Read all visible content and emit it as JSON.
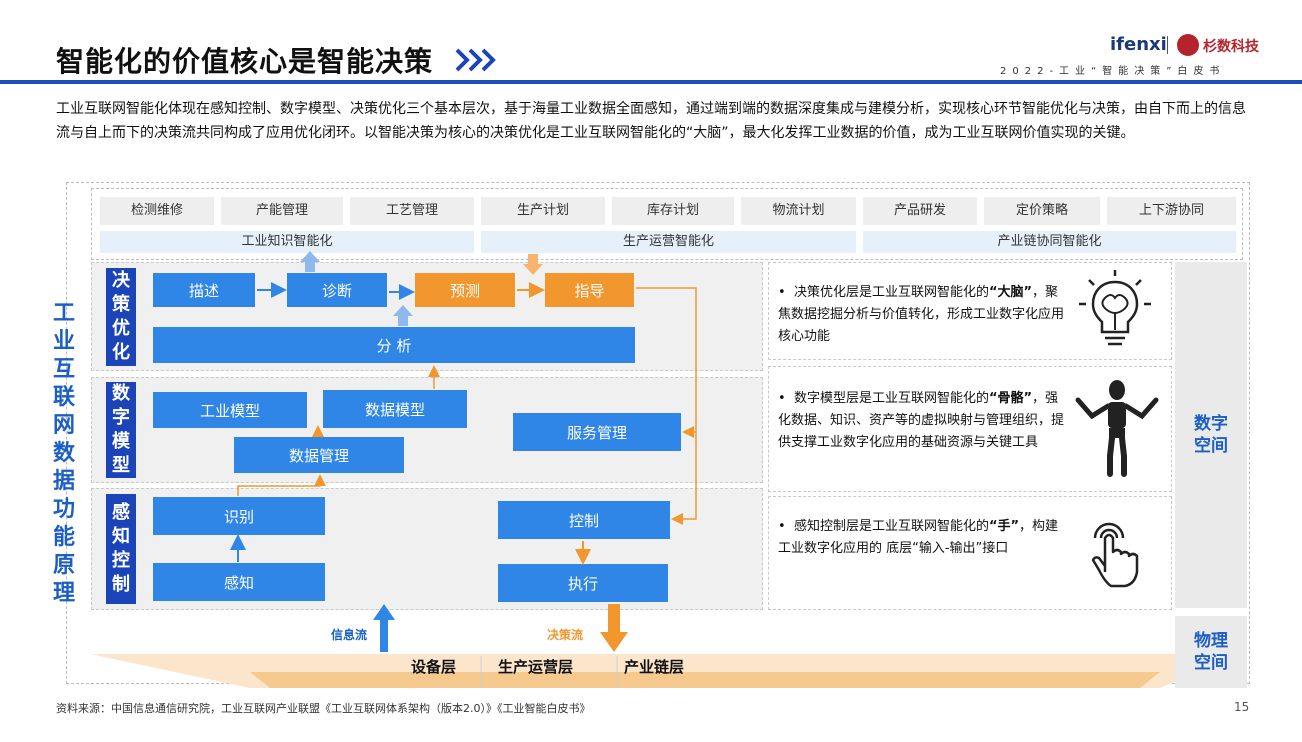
{
  "header": {
    "title": "智能化的价值核心是智能决策",
    "logo_text": "ifenxi",
    "logo_cn": "杉数科技",
    "subtitle": "2022-工业“智能决策”白皮书"
  },
  "intro": "工业互联网智能化体现在感知控制、数字模型、决策优化三个基本层次，基于海量工业数据全面感知，通过端到端的数据深度集成与建模分析，实现核心环节智能优化与决策，由自下而上的信息流与自上而下的决策流共同构成了应用优化闭环。以智能决策为核心的决策优化是工业互联网智能化的“大脑”，最大化发挥工业数据的价值，成为工业互联网价值实现的关键。",
  "diagram": {
    "side_title": "工业互联网数据功能原理",
    "functions": [
      "检测维修",
      "产能管理",
      "工艺管理",
      "生产计划",
      "库存计划",
      "物流计划",
      "产品研发",
      "定价策略",
      "上下游协同"
    ],
    "categories": [
      "工业知识智能化",
      "生产运营智能化",
      "产业链协同智能化"
    ],
    "layers": {
      "decision": {
        "label": "决策优化",
        "boxes": {
          "describe": "描述",
          "diagnose": "诊断",
          "predict": "预测",
          "guide": "指导",
          "analyze": "分 析"
        }
      },
      "model": {
        "label": "数字模型",
        "boxes": {
          "industrial_model": "工业模型",
          "data_model": "数据模型",
          "data_mgmt": "数据管理",
          "service_mgmt": "服务管理"
        }
      },
      "sensing": {
        "label": "感知控制",
        "boxes": {
          "identify": "识别",
          "sense": "感知",
          "control": "控制",
          "execute": "执行"
        }
      }
    },
    "descriptions": {
      "decision": {
        "before": "决策优化层是工业互联网智能化的",
        "bold": "“大脑”",
        "after": "，聚焦数据挖掘分析与价值转化，形成工业数字化应用核心功能"
      },
      "model": {
        "before": "数字模型层是工业互联网智能化的",
        "bold": "“骨骼”",
        "after": "，强化数据、知识、资产等的虚拟映射与管理组织，提供支撑工业数字化应用的基础资源与关键工具"
      },
      "sensing": {
        "before": "感知控制层是工业互联网智能化的",
        "bold": "“手”",
        "after": "，构建工业数字化应用的 底层“输入-输出”接口"
      }
    },
    "icons": {
      "decision": "brain-bulb-icon",
      "model": "skeleton-figure-icon",
      "sensing": "hand-touch-icon"
    },
    "spaces": {
      "digital": "数字空间",
      "physical": "物理空间"
    },
    "flows": {
      "info": "信息流",
      "decision": "决策流"
    },
    "bottom_layers": [
      "设备层",
      "生产运营层",
      "产业链层"
    ],
    "colors": {
      "primary_blue": "#2f86e6",
      "label_blue": "#1b44b8",
      "orange": "#f2972e",
      "space_text": "#1b5ec4"
    }
  },
  "footer": {
    "source": "资料来源：中国信息通信研究院，工业互联网产业联盟《工业互联网体系架构（版本2.0）》《工业智能白皮书》",
    "page": "15"
  }
}
